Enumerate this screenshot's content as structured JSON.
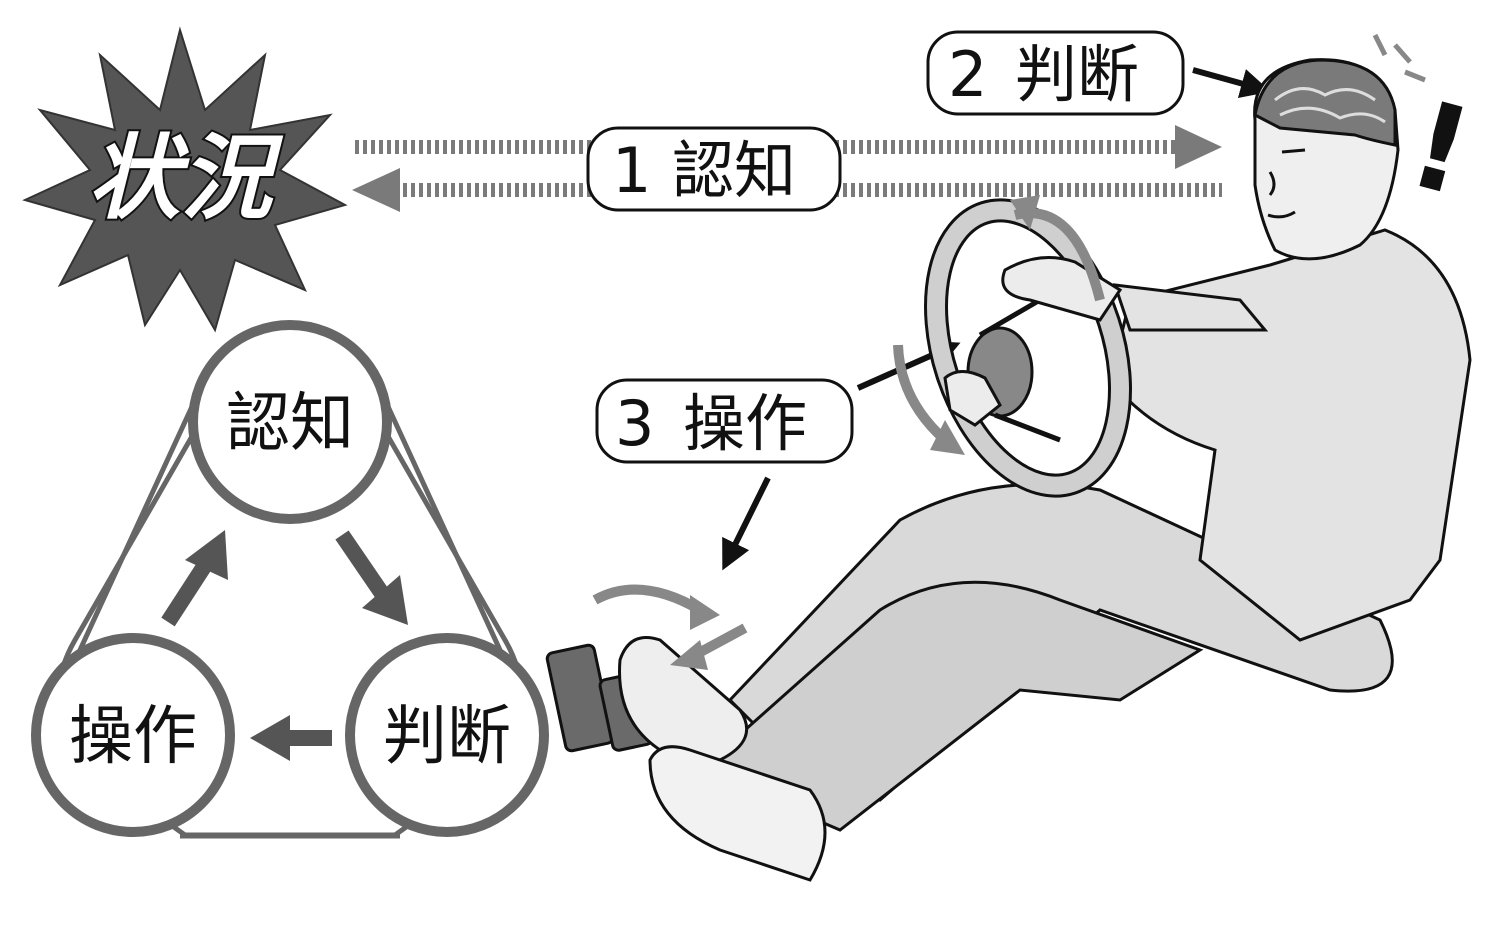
{
  "situation": {
    "label": "状況"
  },
  "steps": {
    "recognition": {
      "number": "1",
      "label": "認知"
    },
    "judgment": {
      "number": "2",
      "label": "判断"
    },
    "operation": {
      "number": "3",
      "label": "操作"
    }
  },
  "cycle": {
    "top": "認知",
    "right": "判断",
    "left": "操作"
  },
  "exclamation": "!",
  "colors": {
    "ink": "#111111",
    "gray_dark": "#555555",
    "gray_mid": "#7a7a7a",
    "gray_light": "#cfcfcf",
    "skin": "#e6e6e6"
  }
}
